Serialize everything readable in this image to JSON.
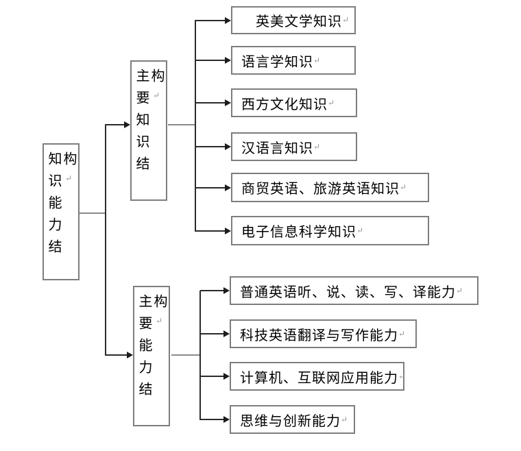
{
  "ui": {
    "return_mark": "↵"
  },
  "colors": {
    "background": "#ffffff",
    "box_border": "#7d7d7d",
    "connector_line": "#2a2a2a",
    "feeder_line": "#8a8a8a",
    "arrowhead": "#1c1c1c",
    "text": "#000000",
    "return_mark": "#949494"
  },
  "diagram": {
    "root": {
      "label": "知识能力结构"
    },
    "groups": [
      {
        "label": "主要知识结构",
        "children": [
          {
            "label": "　英美文学知识"
          },
          {
            "label": "语言学知识"
          },
          {
            "label": "西方文化知识"
          },
          {
            "label": "汉语言知识"
          },
          {
            "label": "商贸英语、旅游英语知识"
          },
          {
            "label": "电子信息科学知识"
          }
        ]
      },
      {
        "label": "主要能力结构",
        "children": [
          {
            "label": "普通英语听、说、读、写、译能力"
          },
          {
            "label": "科技英语翻译与写作能力"
          },
          {
            "label": "计算机、互联网应用能力"
          },
          {
            "label": "思维与创新能力"
          }
        ]
      }
    ]
  }
}
